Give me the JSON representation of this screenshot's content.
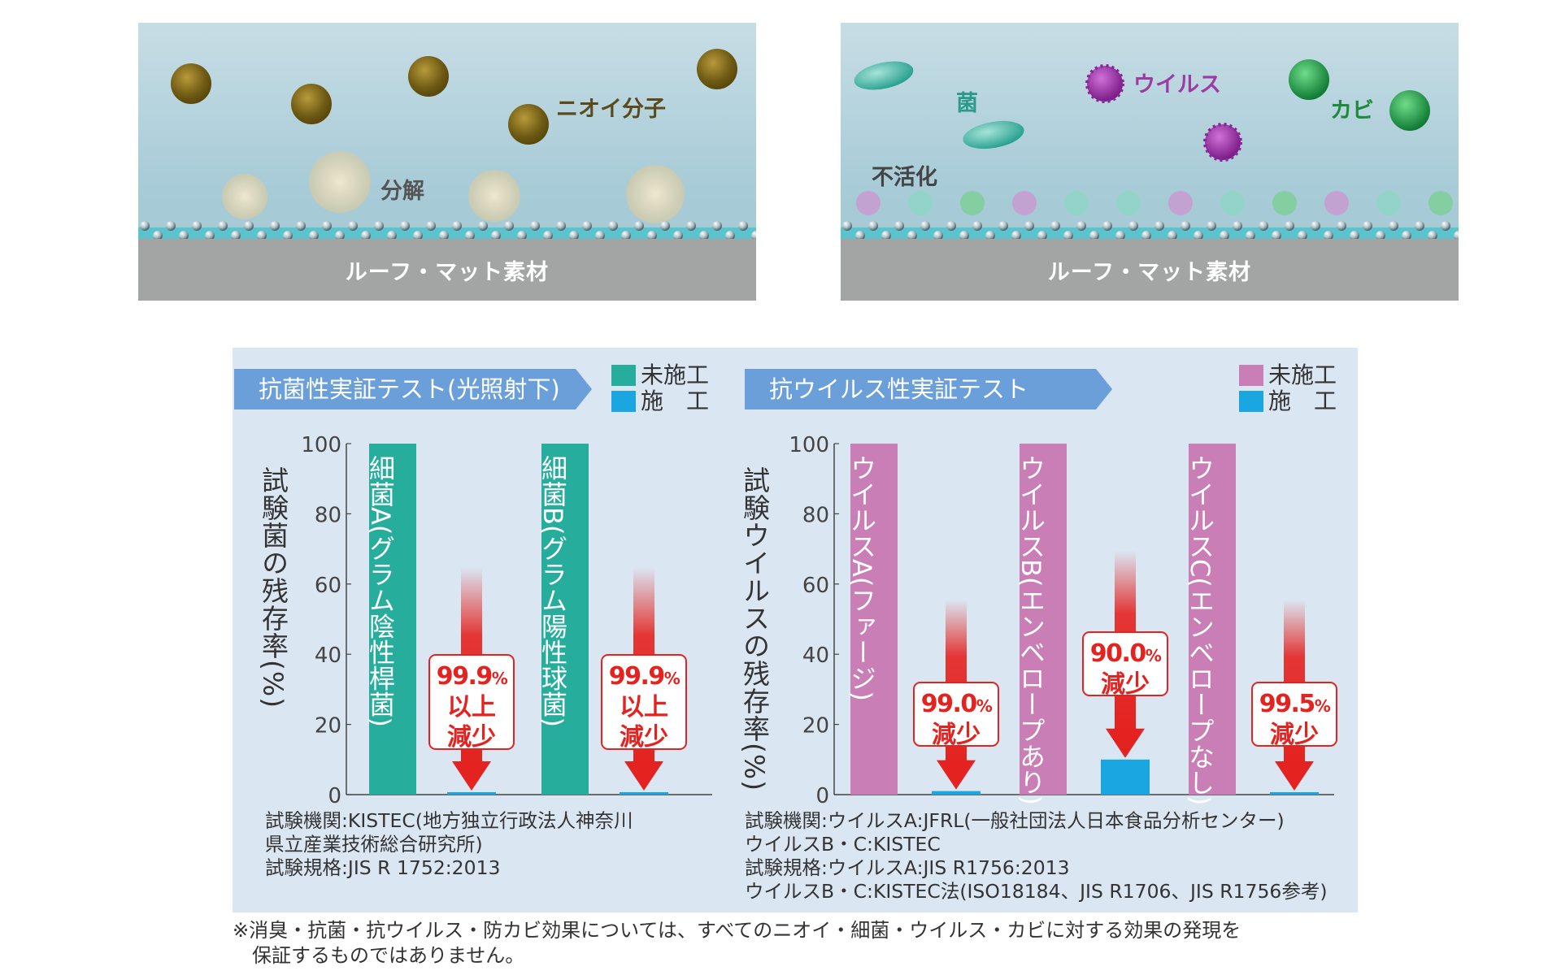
{
  "illustrations": {
    "left": {
      "base_label": "ルーフ・マット素材",
      "label_odor": "ニオイ分子",
      "label_decompose": "分解"
    },
    "right": {
      "base_label": "ルーフ・マット素材",
      "label_bacteria": "菌",
      "label_virus": "ウイルス",
      "label_mold": "カビ",
      "label_inactivation": "不活化"
    }
  },
  "colors": {
    "antibacterial_untreated": "#26ad9c",
    "antiviral_untreated": "#c97eb5",
    "treated": "#1aa6e0",
    "arrow": "#e42320",
    "banner": "#6a9fd9",
    "panel": "#dbe6f3",
    "base": "#a3a4a4"
  },
  "antibacterial": {
    "banner": "抗菌性実証テスト(光照射下)",
    "legend": [
      "未施工",
      "施　工"
    ],
    "ylabel": "試験菌の残存率(%)",
    "notes": [
      "試験機関:KISTEC(地方独立行政法人神奈川",
      "県立産業技術総合研究所)",
      "試験規格:JIS R 1752:2013"
    ]
  },
  "antiviral": {
    "banner": "抗ウイルス性実証テスト",
    "legend": [
      "未施工",
      "施　工"
    ],
    "ylabel": "試験ウイルスの残存率(%)",
    "notes": [
      "試験機関:ウイルスA:JFRL(一般社団法人日本食品分析センター)",
      "ウイルスB・C:KISTEC",
      "試験規格:ウイルスA:JIS R1756:2013",
      "ウイルスB・C:KISTEC法(ISO18184、JIS R1706、JIS R1756参考)"
    ]
  },
  "chart_data": [
    {
      "type": "bar",
      "title": "抗菌性実証テスト(光照射下)",
      "ylabel": "試験菌の残存率(%)",
      "ylim": [
        0,
        100
      ],
      "yticks": [
        "0",
        "20",
        "40",
        "60",
        "80",
        "100"
      ],
      "categories": [
        "細菌A(グラム陰性桿菌)",
        "細菌B(グラム陽性球菌)"
      ],
      "series": [
        {
          "name": "未施工",
          "values": [
            100,
            100
          ]
        },
        {
          "name": "施　工",
          "values": [
            0.1,
            0.1
          ]
        }
      ],
      "annotations": [
        {
          "pct": "99.9",
          "unit": "%",
          "lines": [
            "以上",
            "減少"
          ]
        },
        {
          "pct": "99.9",
          "unit": "%",
          "lines": [
            "以上",
            "減少"
          ]
        }
      ]
    },
    {
      "type": "bar",
      "title": "抗ウイルス性実証テスト",
      "ylabel": "試験ウイルスの残存率(%)",
      "ylim": [
        0,
        100
      ],
      "yticks": [
        "0",
        "20",
        "40",
        "60",
        "80",
        "100"
      ],
      "categories": [
        "ウイルスA(ファージ)",
        "ウイルスB(エンベロープあり)",
        "ウイルスC(エンベロープなし)"
      ],
      "series": [
        {
          "name": "未施工",
          "values": [
            100,
            100,
            100
          ]
        },
        {
          "name": "施　工",
          "values": [
            1.0,
            10.0,
            0.5
          ]
        }
      ],
      "annotations": [
        {
          "pct": "99.0",
          "unit": "%",
          "lines": [
            "減少"
          ]
        },
        {
          "pct": "90.0",
          "unit": "%",
          "lines": [
            "減少"
          ]
        },
        {
          "pct": "99.5",
          "unit": "%",
          "lines": [
            "減少"
          ]
        }
      ]
    }
  ],
  "footnote": [
    "※消臭・抗菌・抗ウイルス・防カビ効果については、すべてのニオイ・細菌・ウイルス・カビに対する効果の発現を",
    "　保証するものではありません。"
  ]
}
